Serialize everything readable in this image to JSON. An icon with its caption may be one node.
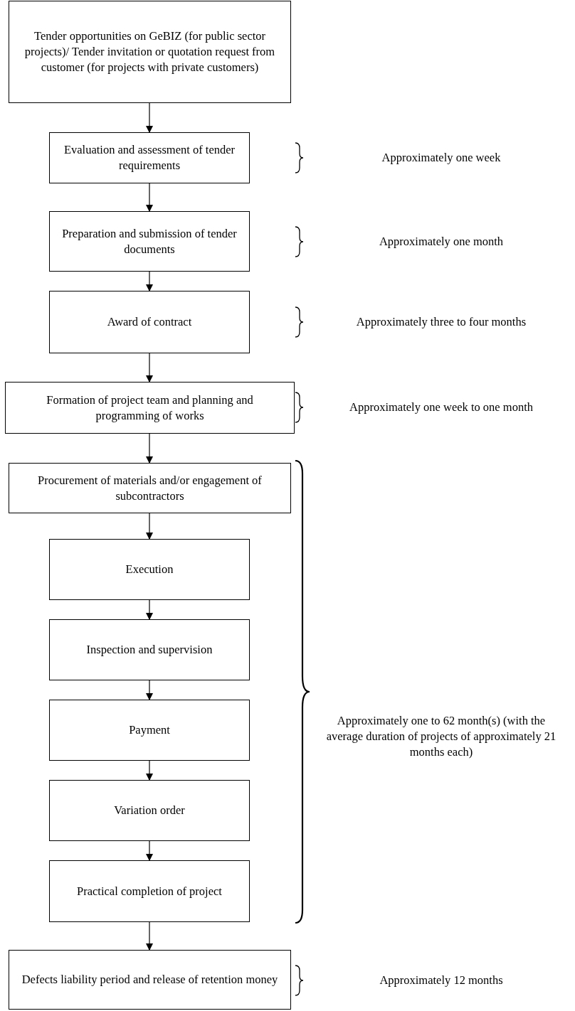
{
  "diagram": {
    "nodes": [
      {
        "text": [
          "Tender opportunities on GeBIZ (for public sector projects)/ Tender invitation or quotation request from customer (for projects with private customers)"
        ]
      },
      {
        "text": [
          "Evaluation and assessment of tender requirements"
        ]
      },
      {
        "text": [
          "Preparation and submission of tender documents"
        ]
      },
      {
        "text": [
          "Award of contract"
        ]
      },
      {
        "text": [
          "Formation of project team and planning and programming of works"
        ]
      },
      {
        "text": [
          "Procurement of materials and/or engagement of subcontractors"
        ]
      },
      {
        "text": [
          "Execution"
        ]
      },
      {
        "text": [
          "Inspection and supervision"
        ]
      },
      {
        "text": [
          "Payment"
        ]
      },
      {
        "text": [
          "Variation order"
        ]
      },
      {
        "text": [
          "Practical completion of project"
        ]
      },
      {
        "text": [
          "Defects liability period and release of retention money"
        ]
      }
    ],
    "edges": [
      {
        "from": 0,
        "to": 1,
        "arrow": "to"
      },
      {
        "from": 1,
        "to": 2,
        "arrow": "to"
      },
      {
        "from": 2,
        "to": 3,
        "arrow": "to"
      },
      {
        "from": 3,
        "to": 4,
        "arrow": "to"
      },
      {
        "from": 4,
        "to": 5,
        "arrow": "to"
      },
      {
        "from": 5,
        "to": 6,
        "arrow": "to"
      },
      {
        "from": 6,
        "to": 7,
        "arrow": "to"
      },
      {
        "from": 7,
        "to": 8,
        "arrow": "to"
      },
      {
        "from": 8,
        "to": 9,
        "arrow": "to"
      },
      {
        "from": 9,
        "to": 10,
        "arrow": "to"
      },
      {
        "from": 10,
        "to": 11,
        "arrow": "to"
      }
    ],
    "labels": [
      "Approximately one week",
      "Approximately one month",
      "Approximately three to four months",
      "Approximately one week to one month",
      "Approximately one to 62 month(s) (with the average duration of projects of approximately 21 months each)",
      "Approximately 12 months"
    ]
  }
}
